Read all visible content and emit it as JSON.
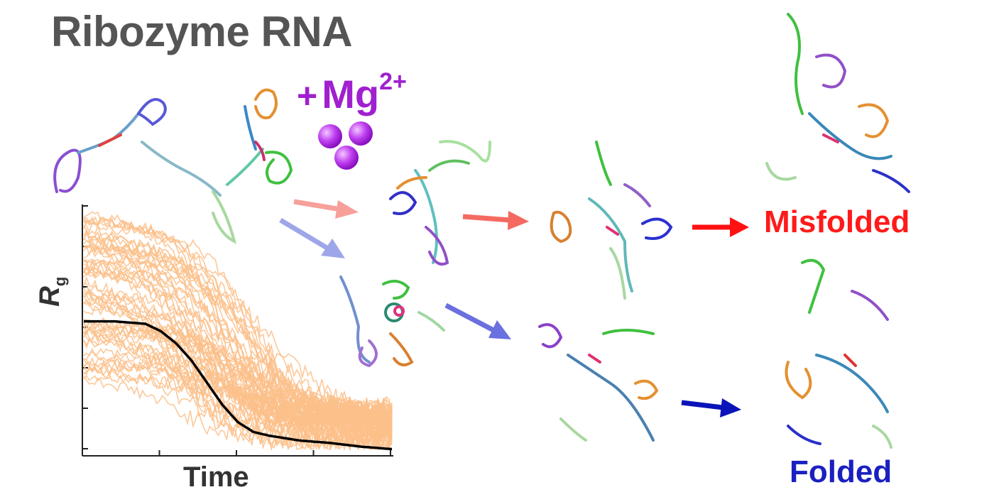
{
  "title": "Ribozyme RNA",
  "ion": {
    "prefix": "+",
    "symbol": "Mg",
    "charge": "2+"
  },
  "labels": {
    "misfolded": "Misfolded",
    "folded": "Folded"
  },
  "colors": {
    "title": "#555555",
    "ion": "#a020d0",
    "misfolded": "#ff1a1a",
    "folded": "#1a20c0",
    "trace": "#fbbf8a",
    "mean": "#000000"
  },
  "chart_data": {
    "type": "line",
    "xlabel": "Time",
    "ylabel": "R",
    "ylabel_subscript": "g",
    "x_tick_count": 4,
    "y_tick_count": 7,
    "mean_curve": {
      "x": [
        0,
        0.1,
        0.2,
        0.25,
        0.3,
        0.35,
        0.4,
        0.45,
        0.5,
        0.55,
        0.6,
        0.65,
        0.7,
        0.8,
        0.9,
        1.0
      ],
      "y": [
        0.53,
        0.53,
        0.52,
        0.49,
        0.44,
        0.37,
        0.28,
        0.19,
        0.12,
        0.08,
        0.065,
        0.055,
        0.045,
        0.035,
        0.02,
        0.01
      ]
    },
    "trajectory_count": 60
  },
  "diagram": {
    "arrows": [
      {
        "name": "arrow-unfolded-to-mis-intermediate",
        "color": "#f7a09a"
      },
      {
        "name": "arrow-unfolded-to-fold-intermediate",
        "color": "#9ea6ea"
      },
      {
        "name": "arrow-mis-intermediate-to-compact",
        "color": "#f46a60"
      },
      {
        "name": "arrow-fold-intermediate-to-compact",
        "color": "#6a70e0"
      },
      {
        "name": "arrow-to-misfolded",
        "color": "#ff1111"
      },
      {
        "name": "arrow-to-folded",
        "color": "#0a14b8"
      }
    ],
    "ion_spheres": 3
  }
}
